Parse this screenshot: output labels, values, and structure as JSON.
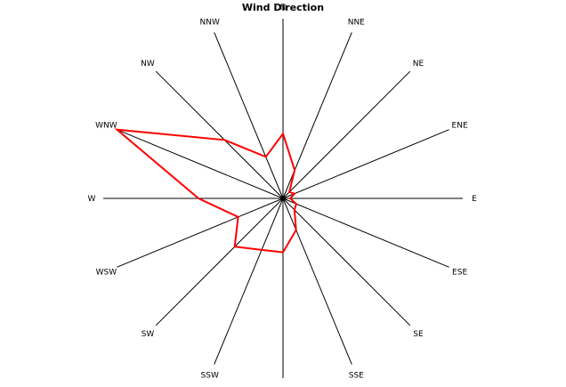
{
  "chart_data": {
    "type": "radar",
    "title": "Wind Direction",
    "categories": [
      "N",
      "NNE",
      "NE",
      "ENE",
      "E",
      "ESE",
      "SE",
      "SSE",
      "S",
      "SSW",
      "SW",
      "WSW",
      "W",
      "WNW",
      "NW",
      "NNW"
    ],
    "series": [
      {
        "values": [
          0.36,
          0.17,
          0.05,
          0.07,
          0.04,
          0.08,
          0.09,
          0.19,
          0.3,
          0.31,
          0.38,
          0.27,
          0.47,
          1.0,
          0.46,
          0.25
        ],
        "color": "#ff0000"
      }
    ],
    "rlim": [
      0,
      1
    ],
    "grid": "spokes",
    "legend": "none"
  }
}
